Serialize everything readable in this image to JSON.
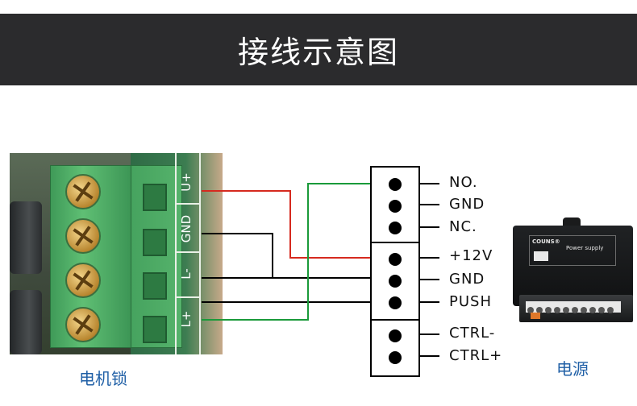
{
  "header": {
    "title": "接线示意图"
  },
  "lock": {
    "caption": "电机锁",
    "pins": [
      "U+",
      "GND",
      "L-",
      "L+"
    ]
  },
  "connectors": {
    "block1": [
      "NO.",
      "GND",
      "NC."
    ],
    "block2": [
      "+12V",
      "GND",
      "PUSH"
    ],
    "block3": [
      "CTRL-",
      "CTRL+"
    ]
  },
  "power_supply": {
    "caption": "电源",
    "brand": "COUNS®",
    "model": "Power supply"
  },
  "wires": {
    "colors": {
      "red": "#d62a1f",
      "black": "#000000",
      "green": "#1a9a3a"
    }
  }
}
